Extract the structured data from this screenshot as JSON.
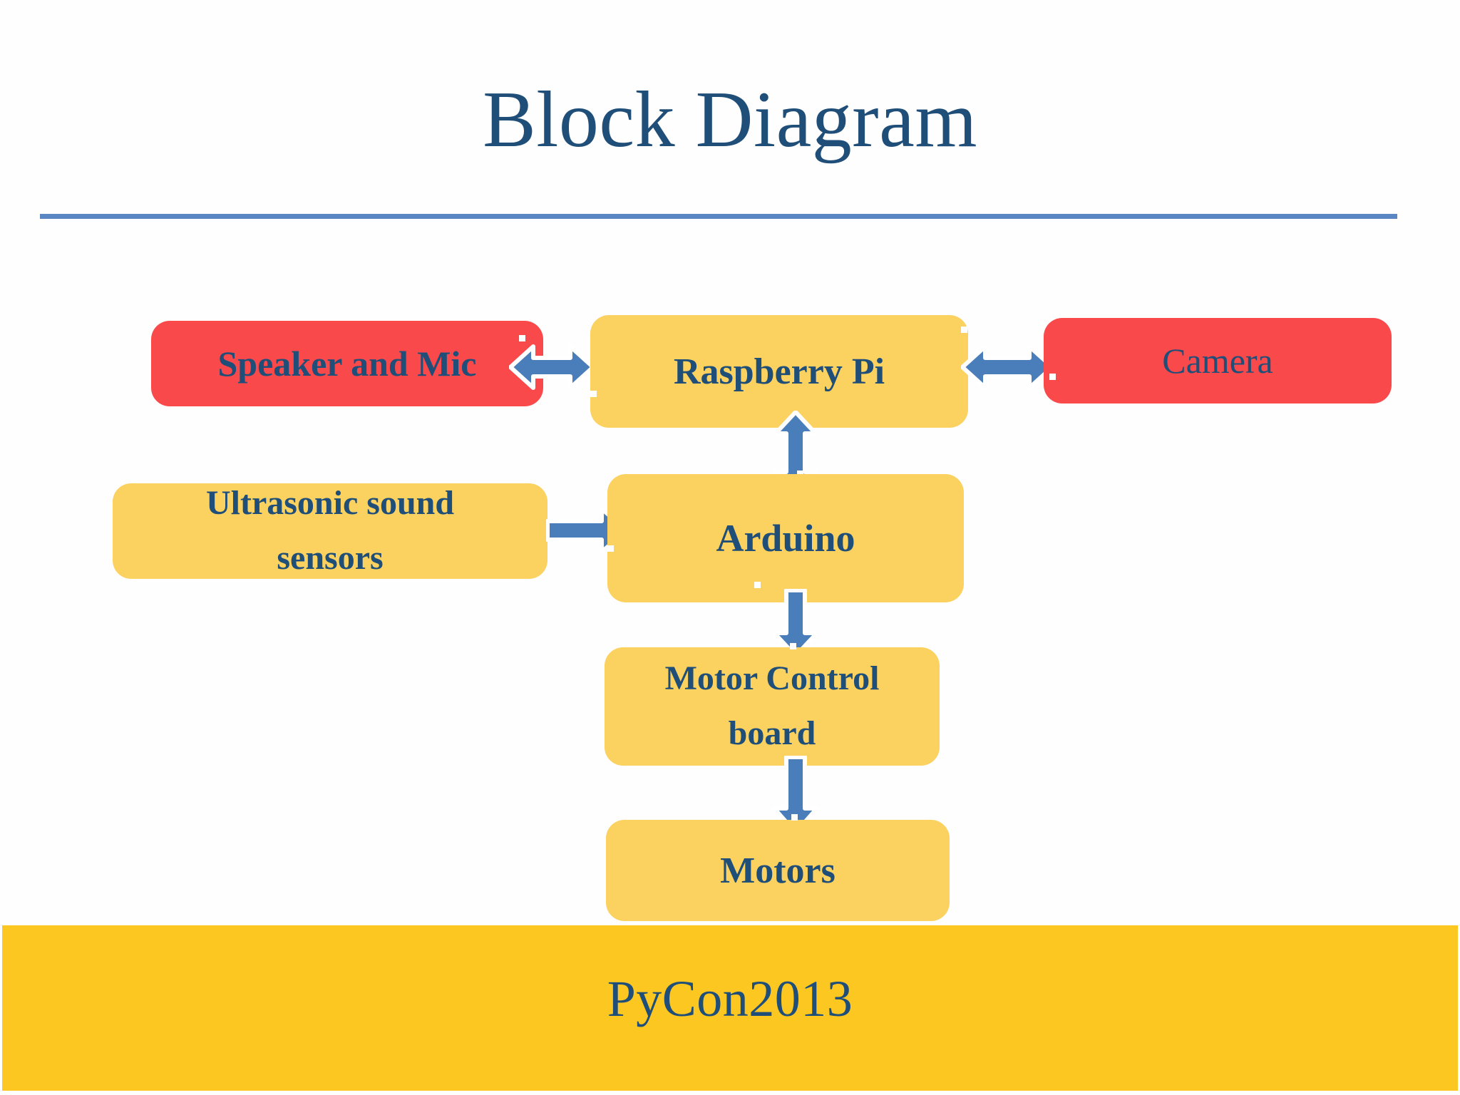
{
  "slide": {
    "title": "Block Diagram",
    "footer_text": "PyCon2013",
    "colors": {
      "title_blue": "#1F4E79",
      "rule_blue": "#5B86C4",
      "box_yellow": "#FBD160",
      "box_red": "#F9494A",
      "arrow_blue": "#4A7EBB",
      "footer_yellow": "#FCC721",
      "background": "#FEFEFE"
    }
  },
  "nodes": [
    {
      "id": "speaker-and-mic",
      "label": "Speaker and Mic",
      "color": "red",
      "lines": 1
    },
    {
      "id": "raspberry-pi",
      "label": "Raspberry Pi",
      "color": "yellow",
      "lines": 1
    },
    {
      "id": "camera",
      "label": "Camera",
      "color": "red",
      "lines": 1
    },
    {
      "id": "ultrasonic-sensors",
      "label": "Ultrasonic sound\nsensors",
      "label_line1": "Ultrasonic sound",
      "label_line2": "sensors",
      "color": "yellow",
      "lines": 2
    },
    {
      "id": "arduino",
      "label": "Arduino",
      "color": "yellow",
      "lines": 1
    },
    {
      "id": "motor-control-board",
      "label": "Motor Control\nboard",
      "label_line1": "Motor Control",
      "label_line2": "board",
      "color": "yellow",
      "lines": 2
    },
    {
      "id": "motors",
      "label": "Motors",
      "color": "yellow",
      "lines": 1
    }
  ],
  "connections": [
    {
      "id": "speaker-raspberry",
      "from": "speaker-and-mic",
      "to": "raspberry-pi",
      "direction": "bidirectional",
      "orientation": "horizontal"
    },
    {
      "id": "raspberry-camera",
      "from": "raspberry-pi",
      "to": "camera",
      "direction": "bidirectional",
      "orientation": "horizontal"
    },
    {
      "id": "raspberry-arduino",
      "from": "raspberry-pi",
      "to": "arduino",
      "direction": "bidirectional",
      "orientation": "vertical"
    },
    {
      "id": "ultrasonic-arduino",
      "from": "ultrasonic-sensors",
      "to": "arduino",
      "direction": "unidirectional",
      "orientation": "horizontal"
    },
    {
      "id": "arduino-motorboard",
      "from": "arduino",
      "to": "motor-control-board",
      "direction": "unidirectional",
      "orientation": "vertical"
    },
    {
      "id": "motorboard-motors",
      "from": "motor-control-board",
      "to": "motors",
      "direction": "unidirectional",
      "orientation": "vertical"
    }
  ]
}
